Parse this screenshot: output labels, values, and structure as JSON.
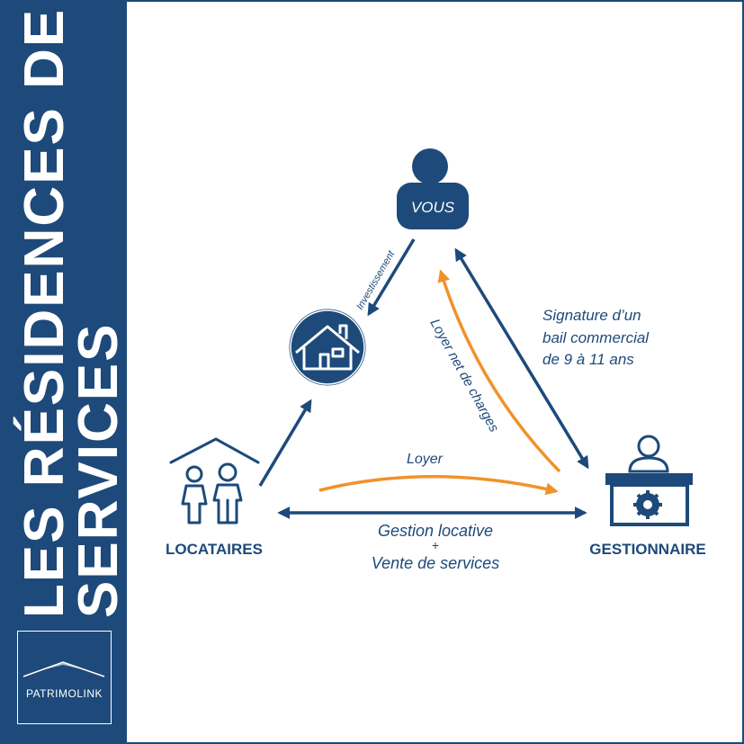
{
  "sidebar": {
    "title_line1": "LES RÉSIDENCES DE",
    "title_line2": "SERVICES",
    "logo_text": "PATRIMOLINK"
  },
  "nodes": {
    "vous": "VOUS",
    "locataires": "LOCATAIRES",
    "gestionnaire": "GESTIONNAIRE"
  },
  "edges": {
    "investissement": "Investissement",
    "loyer_net": "Loyer net de charges",
    "signature_line1": "Signature d’un",
    "signature_line2": "bail commercial",
    "signature_line3": "de 9 à 11 ans",
    "loyer": "Loyer",
    "gestion_line1": "Gestion locative",
    "gestion_plus": "+",
    "gestion_line2": "Vente de services"
  },
  "colors": {
    "navy": "#1d4a7a",
    "orange": "#f0922b",
    "white": "#ffffff"
  }
}
